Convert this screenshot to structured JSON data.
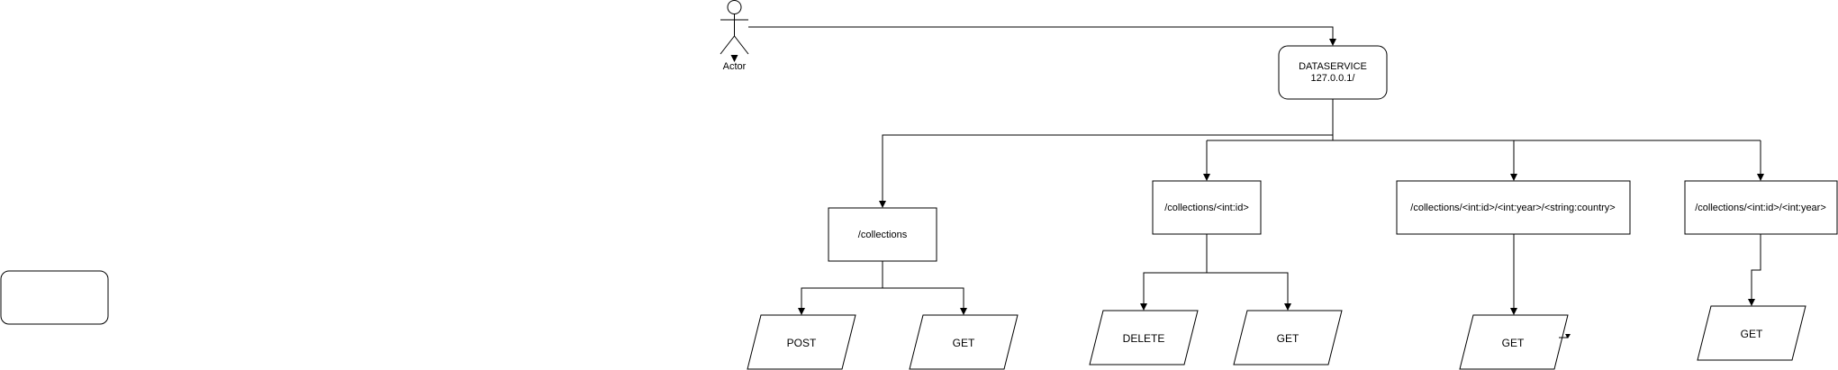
{
  "actor": {
    "label": "Actor"
  },
  "service": {
    "line1": "DATASERVICE",
    "line2": "127.0.0.1/"
  },
  "routes": {
    "collections": "/collections",
    "collection_id": "/collections/<int:id>",
    "collection_id_year_country": "/collections/<int:id>/<int:year>/<string:country>",
    "collection_id_year": "/collections/<int:id>/<int:year>"
  },
  "methods": {
    "collections_post": "POST",
    "collections_get": "GET",
    "id_delete": "DELETE",
    "id_get": "GET",
    "country_get": "GET",
    "year_get": "GET"
  },
  "colors": {
    "stroke": "#000000",
    "fill": "#ffffff"
  }
}
